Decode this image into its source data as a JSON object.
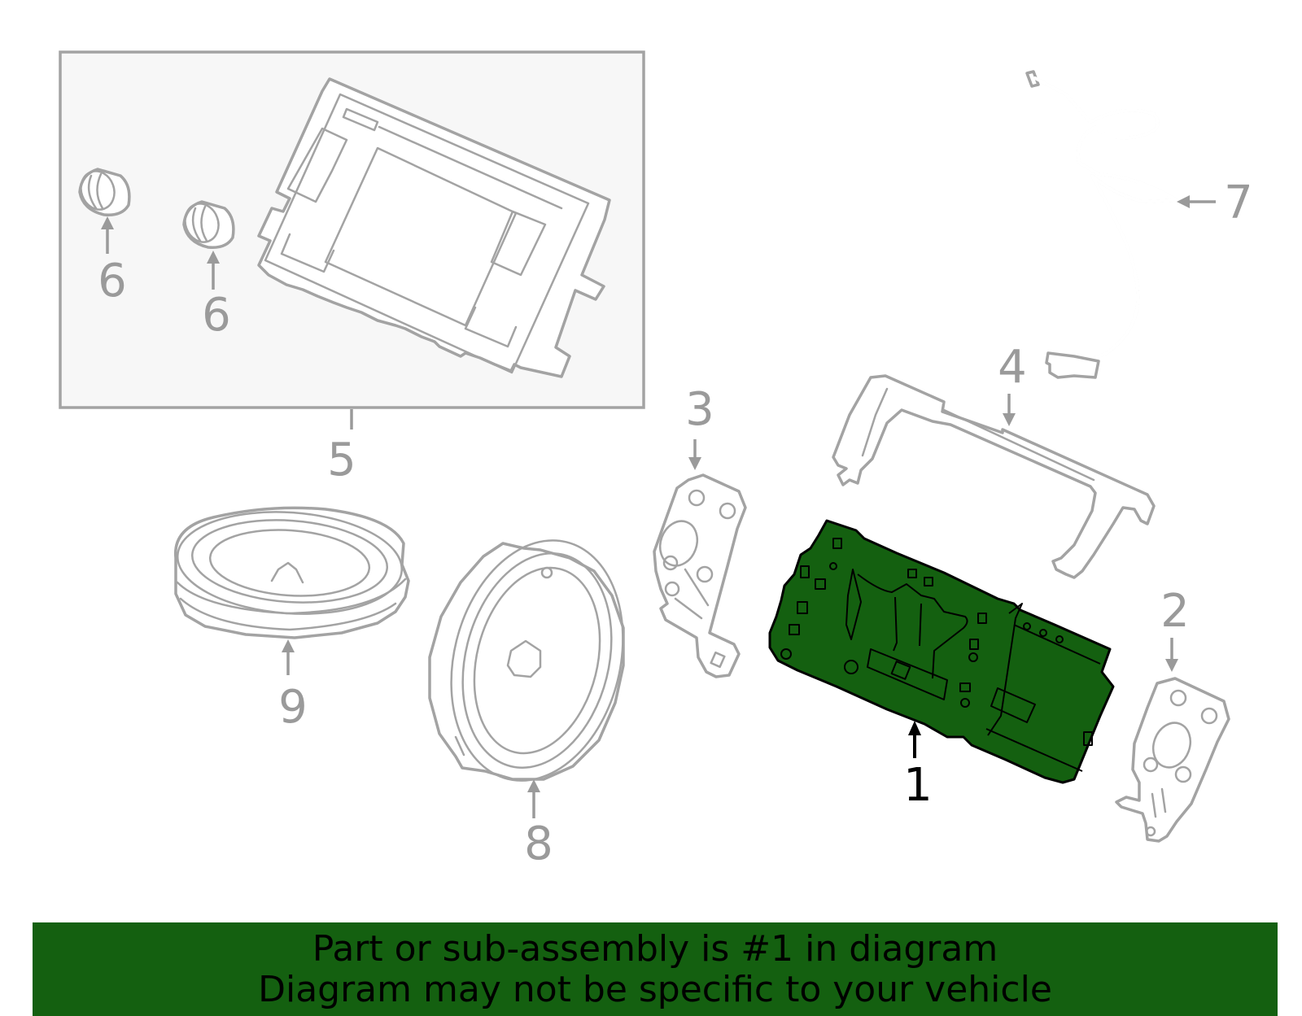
{
  "callouts": {
    "c1": "1",
    "c2": "2",
    "c3": "3",
    "c4": "4",
    "c5": "5",
    "c6a": "6",
    "c6b": "6",
    "c7": "7",
    "c8": "8",
    "c9": "9"
  },
  "banner": {
    "line1": "Part or sub-assembly is #1 in diagram",
    "line2": "Diagram may not be specific to your vehicle"
  },
  "colors": {
    "highlight": "#146010",
    "outline": "#a3a3a3"
  }
}
